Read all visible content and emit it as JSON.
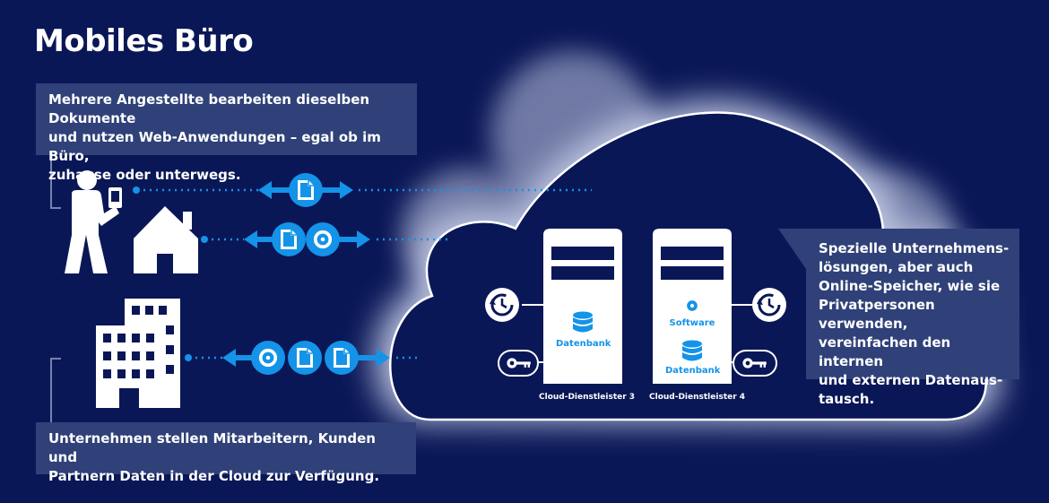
{
  "title": "Mobiles Büro",
  "box_top": {
    "lines": [
      "Mehrere Angestellte bearbeiten dieselben Dokumente",
      "und nutzen Web-Anwendungen – egal ob im Büro,",
      "zuhause oder unterwegs."
    ]
  },
  "box_bottom": {
    "lines": [
      "Unternehmen stellen Mitarbeitern, Kunden und",
      "Partnern Daten in der Cloud zur Verfügung."
    ]
  },
  "box_right": {
    "lines": [
      "Spezielle Unternehmens-",
      "lösungen, aber auch",
      "Online-Speicher, wie sie",
      "Privatpersonen verwenden,",
      "vereinfachen den internen",
      "und externen Datenaus-",
      "tausch."
    ]
  },
  "server_3": {
    "db_label": "Datenbank",
    "caption": "Cloud-Dienstleister 3"
  },
  "server_4": {
    "software_label": "Software",
    "db_label": "Datenbank",
    "caption": "Cloud-Dienstleister 4"
  },
  "colors": {
    "background": "#0a1757",
    "panel": "#2f4178",
    "accent": "#1493e8",
    "cloud_glow": "#c9d0ea",
    "white": "#ffffff"
  },
  "icons": [
    "person-with-phone-icon",
    "house-icon",
    "office-buildings-icon",
    "document-icon",
    "disc-icon",
    "database-icon",
    "key-icon",
    "sync-clock-icon",
    "server-icon"
  ]
}
